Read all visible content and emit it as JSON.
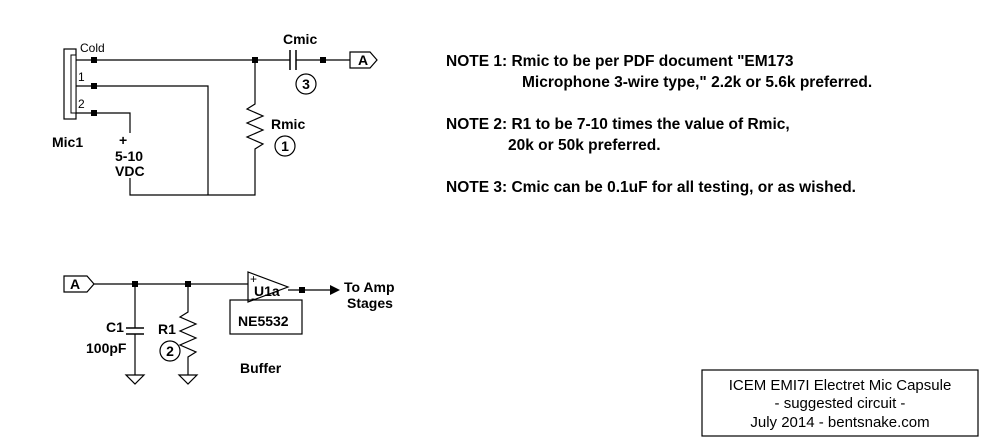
{
  "schematic": {
    "mic_label": "Mic1",
    "mic_pins": [
      "Cold",
      "1",
      "2"
    ],
    "supply": [
      "+",
      "5-10",
      "VDC"
    ],
    "rmic_label": "Rmic",
    "rmic_ref": "1",
    "cmic_label": "Cmic",
    "cmic_ref": "3",
    "port_label": "A",
    "c1_label": "C1",
    "c1_value": "100pF",
    "r1_label": "R1",
    "r1_ref": "2",
    "opamp_label": "U1a",
    "opamp_part": "NE5532",
    "opamp_plus": "+",
    "opamp_minus": "-",
    "output_label": [
      "To Amp",
      "Stages"
    ],
    "buffer_label": "Buffer"
  },
  "notes": [
    {
      "line1": "NOTE 1: Rmic to be per PDF document \"EM173",
      "line2": "Microphone 3-wire type,\" 2.2k or 5.6k preferred."
    },
    {
      "line1": "NOTE 2: R1 to be 7-10 times the value of Rmic,",
      "line2": "20k or 50k preferred."
    },
    {
      "line1": "NOTE 3: Cmic can be 0.1uF for all testing, or as wished.",
      "line2": ""
    }
  ],
  "title_block": {
    "line1": "ICEM EMI7I Electret Mic Capsule",
    "line2": "- suggested circuit -",
    "line3": "July 2014 - bentsnake.com"
  }
}
